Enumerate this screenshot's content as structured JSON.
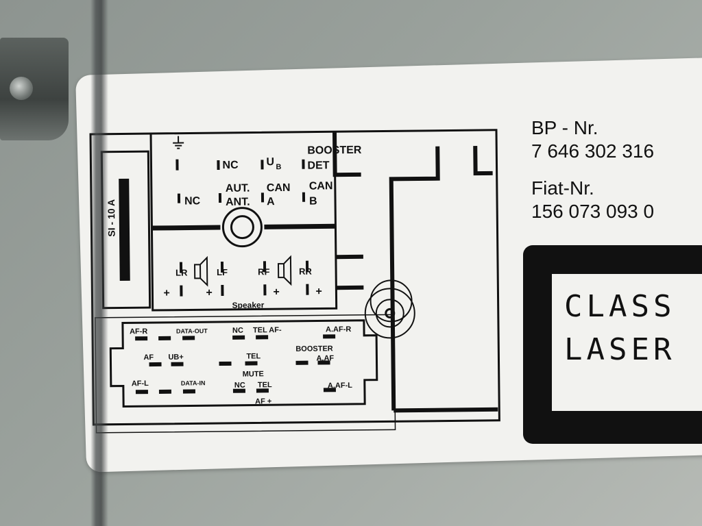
{
  "fuse_label": "SI - 10 A",
  "connector_a": {
    "row1": [
      "NC",
      "U",
      "B",
      "BOOSTER",
      "DET"
    ],
    "row2": [
      "NC",
      "AUT.",
      "ANT.",
      "CAN",
      "A",
      "CAN",
      "B"
    ],
    "speaker": {
      "lr": "LR",
      "lf": "LF",
      "rf": "RF",
      "rr": "RR",
      "label": "Speaker",
      "minus": "–",
      "plus": "+"
    }
  },
  "connector_b": {
    "labels": [
      "AF-R",
      "DATA-OUT",
      "NC",
      "TEL AF-",
      "A.AF-R",
      "AF",
      "UB+",
      "TEL",
      "BOOSTER",
      "A.AF",
      "AF-L",
      "DATA-IN",
      "MUTE",
      "NC",
      "TEL",
      "AF +",
      "A.AF-L"
    ]
  },
  "info": {
    "bp_label": "BP - Nr.",
    "bp_number": "7 646 302 316",
    "fiat_label": "Fiat-Nr.",
    "fiat_number": "156 073 093 0"
  },
  "laser": {
    "line1": "CLASS",
    "line2": "LASER"
  }
}
